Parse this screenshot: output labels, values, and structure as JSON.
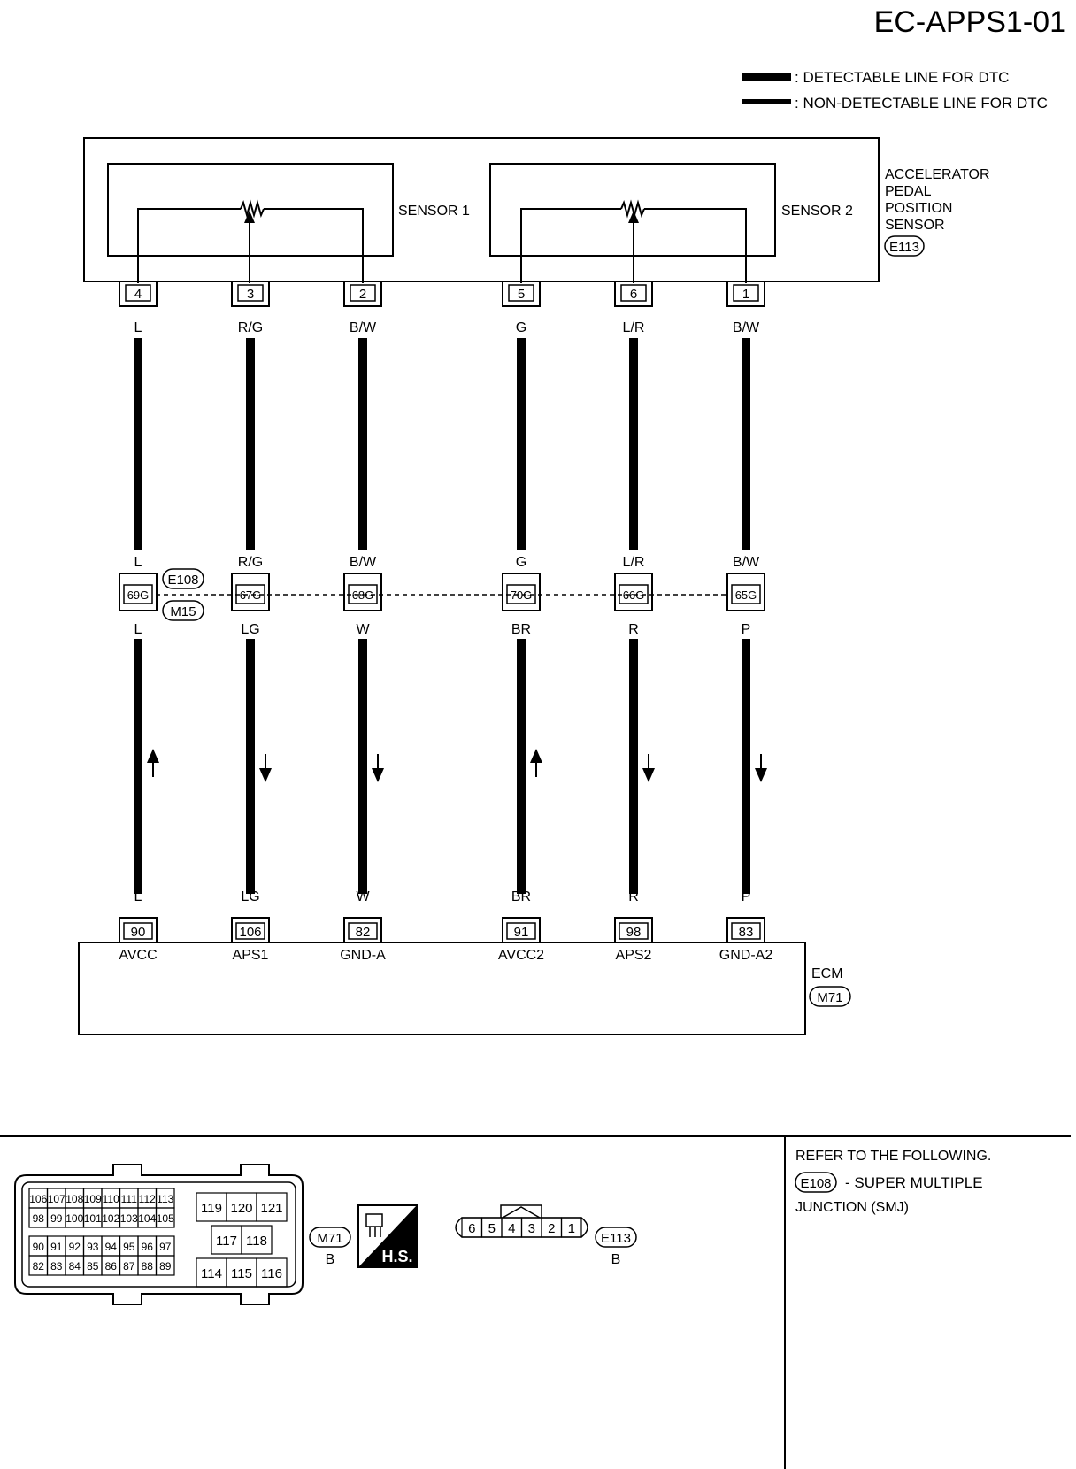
{
  "page_title": "EC-APPS1-01",
  "legend": {
    "detectable": ": DETECTABLE LINE FOR DTC",
    "non_detectable": ": NON-DETECTABLE LINE FOR DTC"
  },
  "sensor": {
    "label_lines": [
      "ACCELERATOR",
      "PEDAL",
      "POSITION",
      "SENSOR"
    ],
    "connector_id": "E113",
    "sensor1_label": "SENSOR 1",
    "sensor2_label": "SENSOR 2"
  },
  "smj": {
    "top_id": "E108",
    "bottom_id": "M15"
  },
  "ecm": {
    "label": "ECM",
    "connector_id": "M71"
  },
  "circuits": [
    {
      "sensor_pin": "4",
      "top_color": "L",
      "smj_pin": "69G",
      "bottom_color": "L",
      "ecm_pin": "90",
      "signal": "AVCC",
      "direction": "up"
    },
    {
      "sensor_pin": "3",
      "top_color": "R/G",
      "smj_pin": "67G",
      "bottom_color": "LG",
      "ecm_pin": "106",
      "signal": "APS1",
      "direction": "down"
    },
    {
      "sensor_pin": "2",
      "top_color": "B/W",
      "smj_pin": "68G",
      "bottom_color": "W",
      "ecm_pin": "82",
      "signal": "GND-A",
      "direction": "down"
    },
    {
      "sensor_pin": "5",
      "top_color": "G",
      "smj_pin": "70G",
      "bottom_color": "BR",
      "ecm_pin": "91",
      "signal": "AVCC2",
      "direction": "up"
    },
    {
      "sensor_pin": "6",
      "top_color": "L/R",
      "smj_pin": "66G",
      "bottom_color": "R",
      "ecm_pin": "98",
      "signal": "APS2",
      "direction": "down"
    },
    {
      "sensor_pin": "1",
      "top_color": "B/W",
      "smj_pin": "65G",
      "bottom_color": "P",
      "ecm_pin": "83",
      "signal": "GND-A2",
      "direction": "down"
    }
  ],
  "ecm_connector_face": {
    "id": "M71",
    "color": "B",
    "small_rows": [
      [
        "106",
        "107",
        "108",
        "109",
        "110",
        "111",
        "112",
        "113"
      ],
      [
        "98",
        "99",
        "100",
        "101",
        "102",
        "103",
        "104",
        "105"
      ],
      [
        "90",
        "91",
        "92",
        "93",
        "94",
        "95",
        "96",
        "97"
      ],
      [
        "82",
        "83",
        "84",
        "85",
        "86",
        "87",
        "88",
        "89"
      ]
    ],
    "large_rows": [
      [
        "119",
        "120",
        "121"
      ],
      [
        "117",
        "118"
      ],
      [
        "114",
        "115",
        "116"
      ]
    ],
    "hs_label": "H.S."
  },
  "sensor_connector_face": {
    "id": "E113",
    "color": "B",
    "pins": [
      "6",
      "5",
      "4",
      "3",
      "2",
      "1"
    ]
  },
  "refer_note": {
    "heading": "REFER TO THE FOLLOWING.",
    "connector_id": "E108",
    "line1_suffix": "- SUPER MULTIPLE",
    "line2": "JUNCTION (SMJ)"
  }
}
